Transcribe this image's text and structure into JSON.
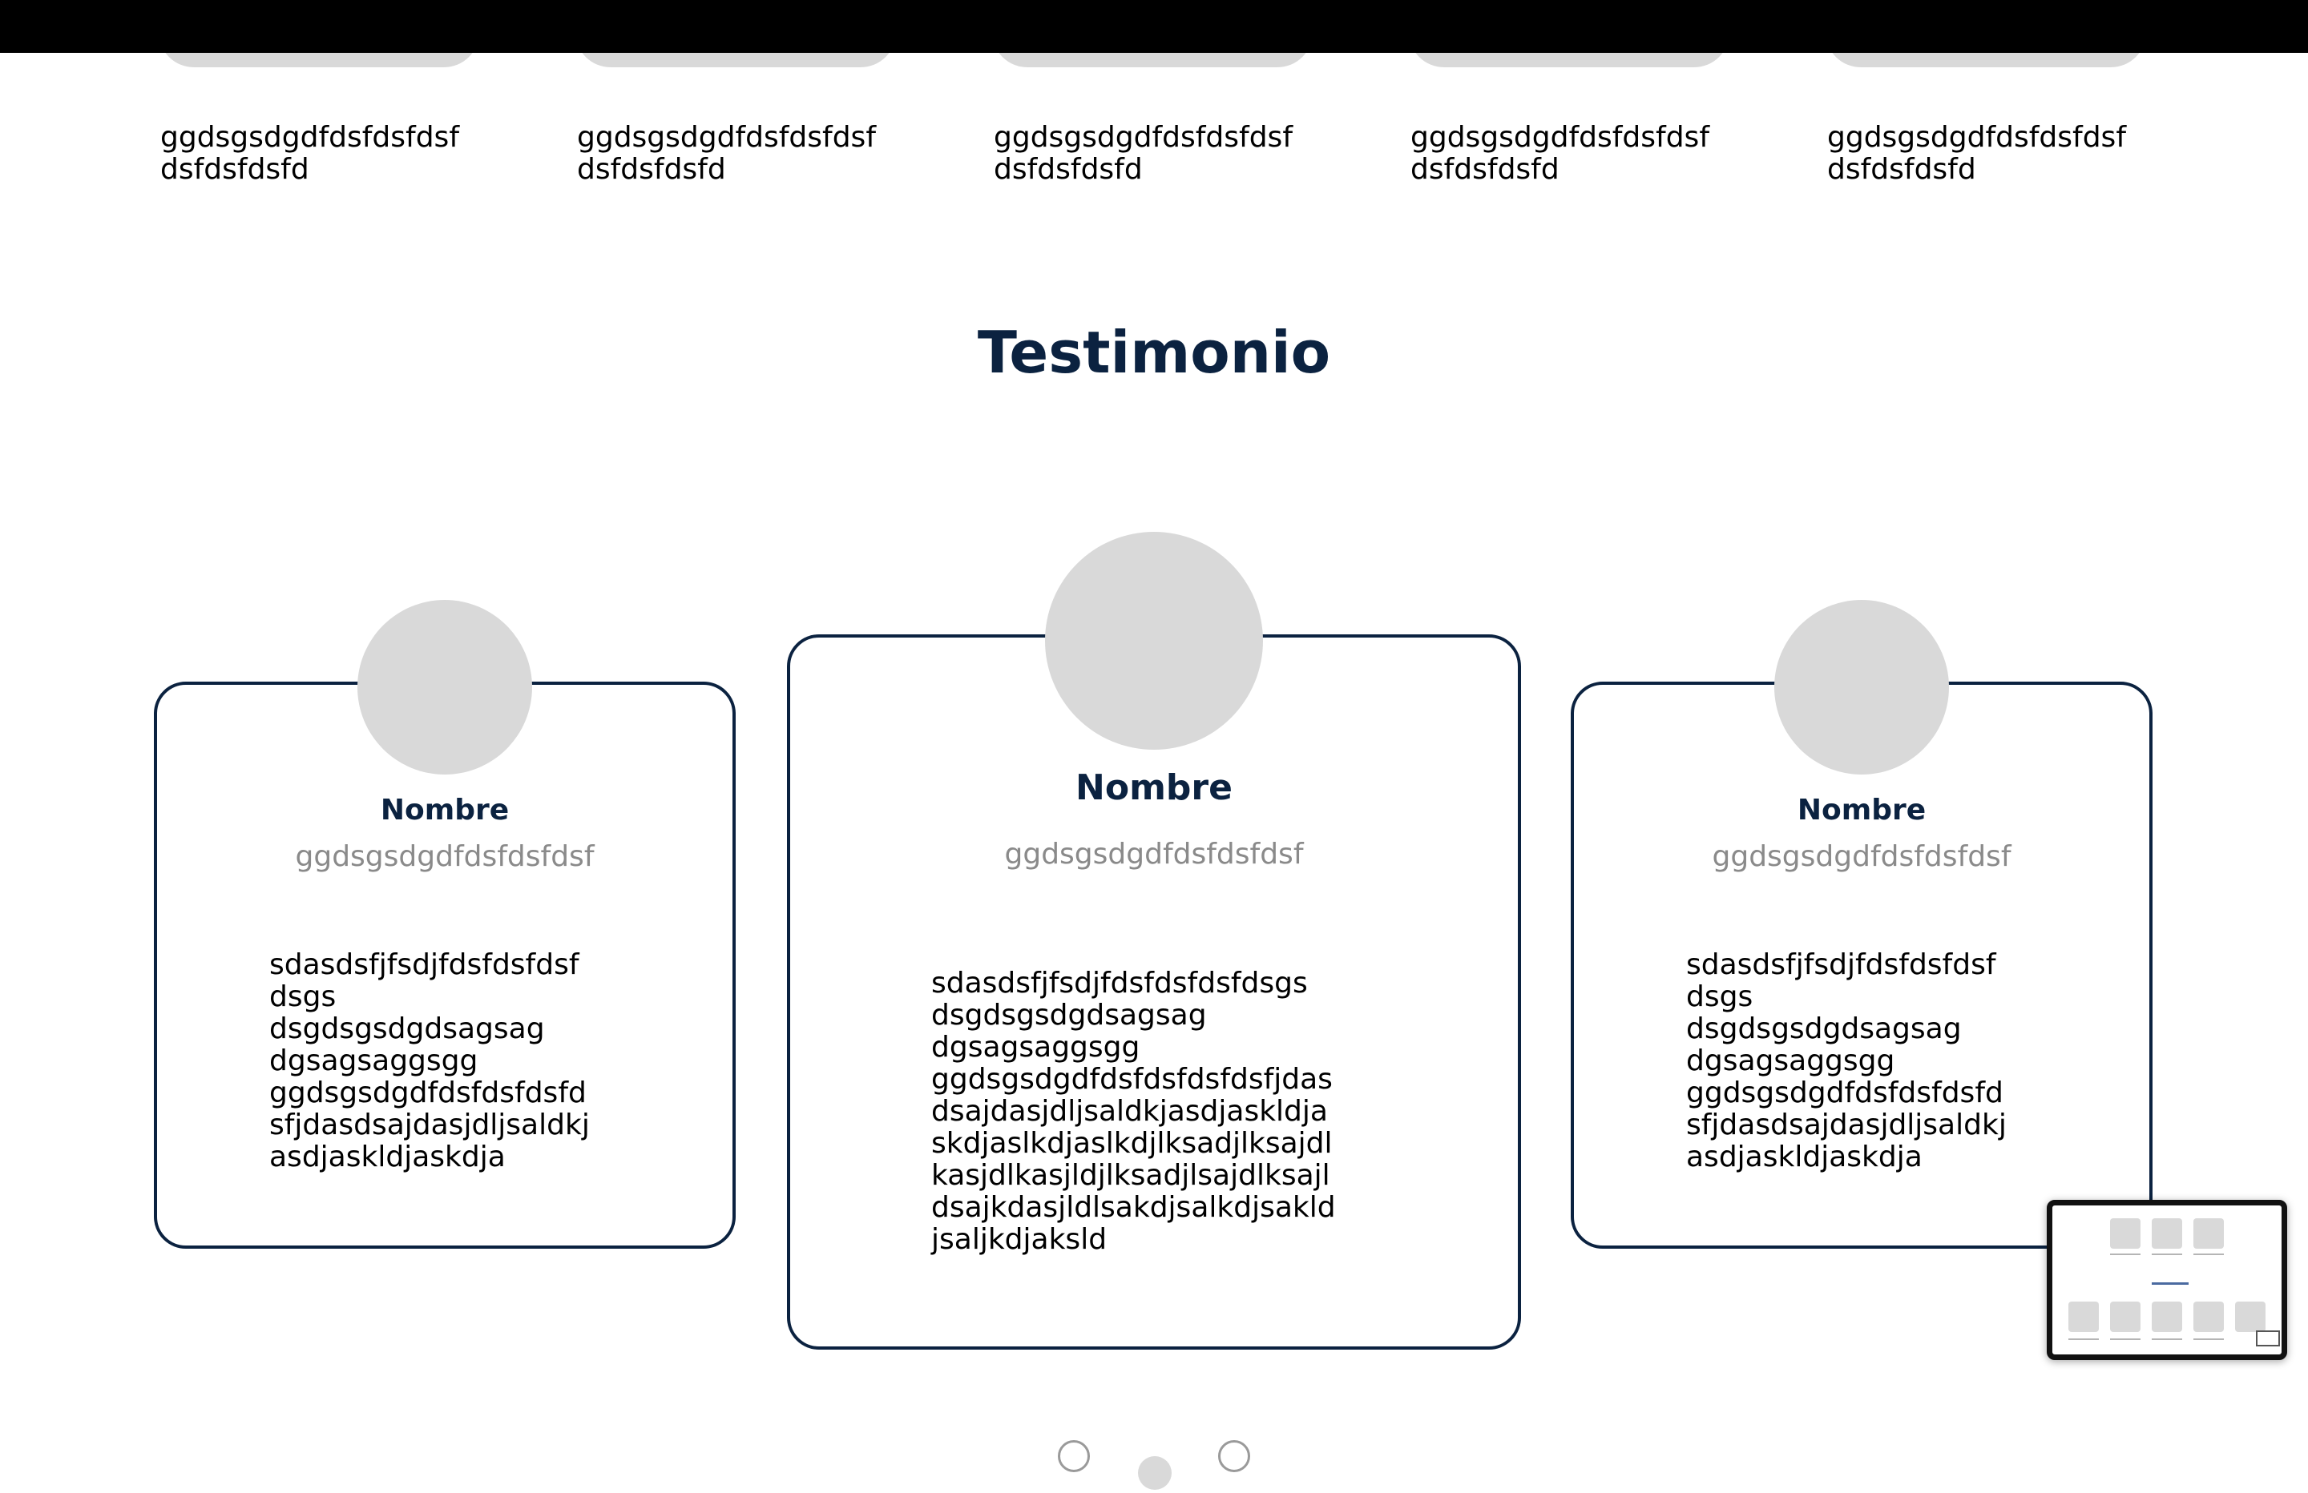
{
  "features": {
    "items": [
      {
        "text": "ggdsgsdgdfdsfdsfdsf\ndsfdsfdsfd"
      },
      {
        "text": "ggdsgsdgdfdsfdsfdsf\ndsfdsfdsfd"
      },
      {
        "text": "ggdsgsdgdfdsfdsfdsf\ndsfdsfdsfd"
      },
      {
        "text": "ggdsgsdgdfdsfdsfdsf\ndsfdsfdsfd"
      },
      {
        "text": "ggdsgsdgdfdsfdsfdsf\ndsfdsfdsfd"
      }
    ]
  },
  "testimonials": {
    "title": "Testimonio",
    "cards": [
      {
        "name": "Nombre",
        "subtitle": "ggdsgsdgdfdsfdsfdsf",
        "body": "sdasdsfjfsdjfdsfdsfdsf\ndsgs\ndsgdsgsdgdsagsag\ndgsagsaggsgg\nggdsgsdgdfdsfdsfdsfd\nsfjdasdsajdasjdljsaldkj\nasdjaskldjaskdja"
      },
      {
        "name": "Nombre",
        "subtitle": "ggdsgsdgdfdsfdsfdsf",
        "body": "sdasdsfjfsdjfdsfdsfdsfdsgs\ndsgdsgsdgdsagsag\ndgsagsaggsgg\nggdsgsdgdfdsfdsfdsfdsfjdas\ndsajdasjdljsaldkjasdjaskldja\nskdjaslkdjaslkdjlksadjlksajdl\nkasjdlkasjldjlksadjlsajdlksajl\ndsajkdasjldlsakdjsalkdjsakld\njsaljkdjaksld"
      },
      {
        "name": "Nombre",
        "subtitle": "ggdsgsdgdfdsfdsfdsf",
        "body": "sdasdsfjfsdjfdsfdsfdsf\ndsgs\ndsgdsgsdgdsagsag\ndgsagsaggsgg\nggdsgsdgdfdsfdsfdsfd\nsfjdasdsajdasjdljsaldkj\nasdjaskldjaskdja"
      }
    ]
  },
  "carousel": {
    "active_index": 1,
    "total": 3
  },
  "colors": {
    "navy": "#0b2240",
    "placeholder_gray": "#d9d9d9",
    "subtitle_gray": "#8a8a8a"
  }
}
